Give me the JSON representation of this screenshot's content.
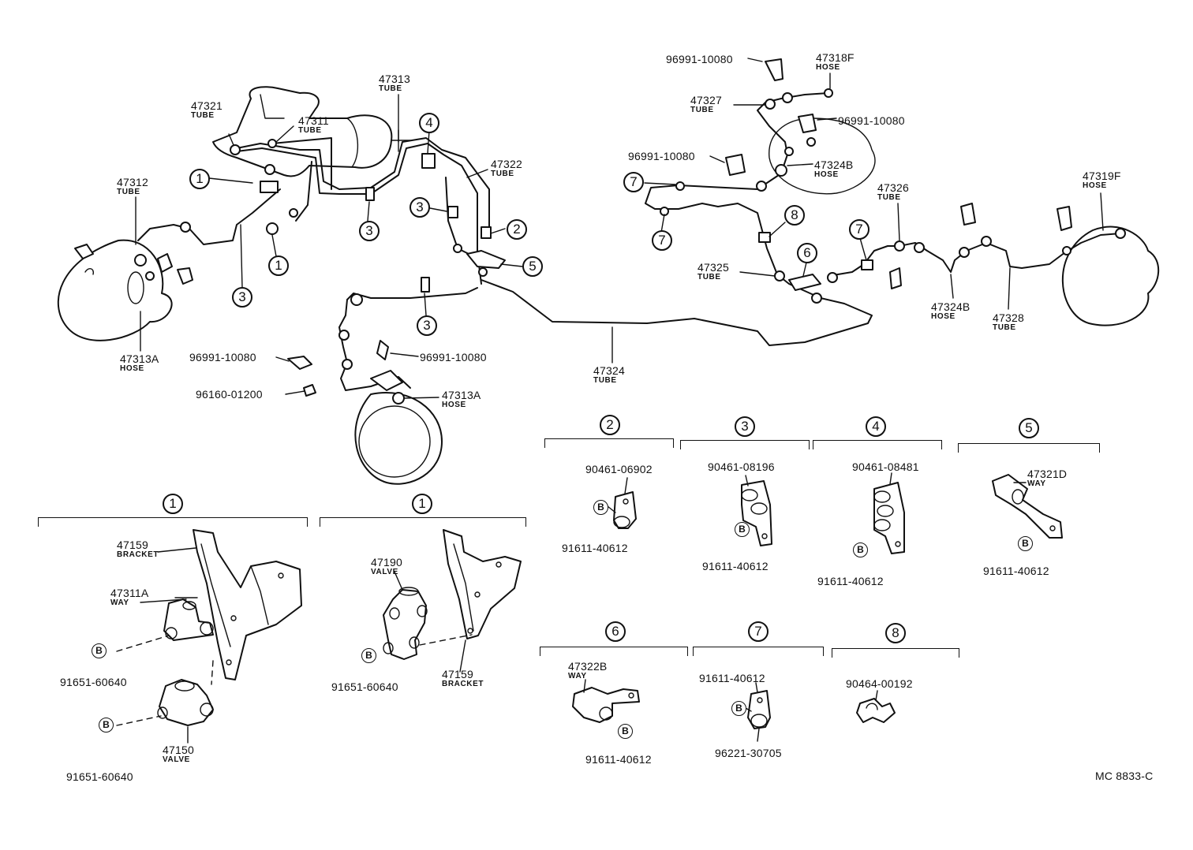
{
  "diagram_code": "MC 8833-C",
  "callout_marks": {
    "c1": "1",
    "c2": "2",
    "c3": "3",
    "c4": "4",
    "c5": "5",
    "c6": "6",
    "c7": "7",
    "c8": "8",
    "bolt": "B"
  },
  "parts": {
    "p47321": {
      "number": "47321",
      "type": "TUBE"
    },
    "p47311": {
      "number": "47311",
      "type": "TUBE"
    },
    "p47313": {
      "number": "47313",
      "type": "TUBE"
    },
    "p47322": {
      "number": "47322",
      "type": "TUBE"
    },
    "p47312": {
      "number": "47312",
      "type": "TUBE"
    },
    "p47313A_left": {
      "number": "47313A",
      "type": "HOSE"
    },
    "p47313A_front": {
      "number": "47313A",
      "type": "HOSE"
    },
    "p47324": {
      "number": "47324",
      "type": "TUBE"
    },
    "p96991_a": {
      "number": "96991-10080"
    },
    "p96991_b": {
      "number": "96991-10080"
    },
    "p96991_c": {
      "number": "96991-10080"
    },
    "p96991_d": {
      "number": "96991-10080"
    },
    "p96991_e": {
      "number": "96991-10080"
    },
    "p96160": {
      "number": "96160-01200"
    },
    "p47318F": {
      "number": "47318F",
      "type": "HOSE"
    },
    "p47327": {
      "number": "47327",
      "type": "TUBE"
    },
    "p47324B_top": {
      "number": "47324B",
      "type": "HOSE"
    },
    "p47326": {
      "number": "47326",
      "type": "TUBE"
    },
    "p47319F": {
      "number": "47319F",
      "type": "HOSE"
    },
    "p47325": {
      "number": "47325",
      "type": "TUBE"
    },
    "p47324B_bot": {
      "number": "47324B",
      "type": "HOSE"
    },
    "p47328": {
      "number": "47328",
      "type": "TUBE"
    }
  },
  "detail_groups": {
    "g1a": {
      "callout": "1",
      "items": [
        {
          "number": "47159",
          "type": "BRACKET"
        },
        {
          "number": "47311A",
          "type": "WAY"
        },
        {
          "number": "91651-60640"
        },
        {
          "number": "47150",
          "type": "VALVE"
        },
        {
          "number": "91651-60640"
        }
      ]
    },
    "g1b": {
      "callout": "1",
      "items": [
        {
          "number": "47190",
          "type": "VALVE"
        },
        {
          "number": "91651-60640"
        },
        {
          "number": "47159",
          "type": "BRACKET"
        }
      ]
    },
    "g2": {
      "callout": "2",
      "items": [
        {
          "number": "90461-06902"
        },
        {
          "number": "91611-40612"
        }
      ]
    },
    "g3": {
      "callout": "3",
      "items": [
        {
          "number": "90461-08196"
        },
        {
          "number": "91611-40612"
        }
      ]
    },
    "g4": {
      "callout": "4",
      "items": [
        {
          "number": "90461-08481"
        },
        {
          "number": "91611-40612"
        }
      ]
    },
    "g5": {
      "callout": "5",
      "items": [
        {
          "number": "47321D",
          "type": "WAY"
        },
        {
          "number": "91611-40612"
        }
      ]
    },
    "g6": {
      "callout": "6",
      "items": [
        {
          "number": "47322B",
          "type": "WAY"
        },
        {
          "number": "91611-40612"
        }
      ]
    },
    "g7": {
      "callout": "7",
      "items": [
        {
          "number": "91611-40612"
        },
        {
          "number": "96221-30705"
        }
      ]
    },
    "g8": {
      "callout": "8",
      "items": [
        {
          "number": "90464-00192"
        }
      ]
    }
  }
}
